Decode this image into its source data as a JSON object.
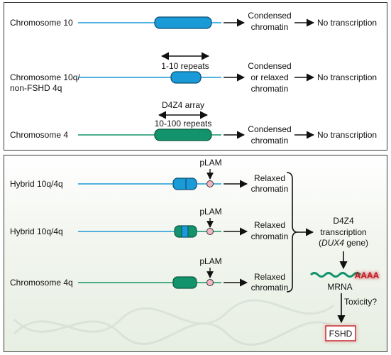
{
  "top_panel": {
    "rows": [
      {
        "label": "Chromosome 10",
        "result": [
          "Condensed",
          "chromatin"
        ],
        "outcome": "No transcription"
      },
      {
        "label": [
          "Chromosome 10q/",
          "non-FSHD 4q"
        ],
        "range_label": "1-10 repeats",
        "result": [
          "Condensed",
          "or relaxed",
          "chromatin"
        ],
        "outcome": "No transcription"
      },
      {
        "label": "Chromosome 4",
        "range_label_top": "D4Z4 array",
        "range_label": "10-100 repeats",
        "result": [
          "Condensed",
          "chromatin"
        ],
        "outcome": "No transcription"
      }
    ]
  },
  "bottom_panel": {
    "rows": [
      {
        "label": "Hybrid 10q/4q",
        "marker": "pLAM",
        "result": [
          "Relaxed",
          "chromatin"
        ]
      },
      {
        "label": "Hybrid 10q/4q",
        "marker": "pLAM",
        "result": [
          "Relaxed",
          "chromatin"
        ]
      },
      {
        "label": "Chromosome 4q",
        "marker": "pLAM",
        "result": [
          "Relaxed",
          "chromatin"
        ]
      }
    ],
    "transcription": [
      "D4Z4",
      "transcription",
      "(",
      "DUX4",
      " gene)"
    ],
    "polyA": "AAAA",
    "mrna": "MRNA",
    "toxicity": "Toxicity?",
    "disease": "FSHD"
  },
  "colors": {
    "blue": "#1a9ad6",
    "green": "#12936b",
    "pink": "#f4b6c2",
    "red": "#c1121f"
  }
}
